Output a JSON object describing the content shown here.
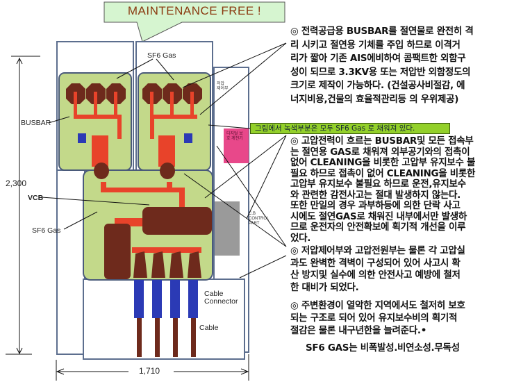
{
  "callout": {
    "text": "MAINTENANCE FREE !"
  },
  "diagram": {
    "labels": {
      "sf6_gas_top": "SF6 Gas",
      "busbar": "BUSBAR",
      "vcb": "VCB",
      "sf6_gas_left": "SF6 Gas",
      "cable_connector_1": "Cable",
      "cable_connector_2": "Connector",
      "cable": "Cable",
      "low_voltage_control": "저압 제어부",
      "digital_relay": "디지털 보호 계전기",
      "cb_control": "C.B CONTROL PART"
    },
    "dimensions": {
      "height": "2,300",
      "width": "1,710"
    },
    "colors": {
      "gas": "#c3d98a",
      "conductor": "#e8432a",
      "insulator": "#6e2a1c",
      "connector": "#2b3ab5",
      "relay": "#e8488a",
      "frame": "#5c6e8e"
    }
  },
  "green_note": "그림에서 녹색부분은 모두 SF6 Gas 로 채워져 있다.",
  "blocks": [
    [
      "◎ 전력공급용 BUSBAR를 절연물로 완전히 격",
      "리 시키고 절연용 기체를 주입 하므로 이격거",
      "리가 짧아 기존 AIS에비하여 콤팩트한 외함구",
      "성이 되므로 3.3KV용 또는 저압반 외함정도의",
      "크기로 제작이 가능하다. (건설공사비절감, 에",
      "너지비용,건물의 효율적관리등 의 우위제공)"
    ],
    [
      "◎ 고압전력이 흐르는 BUSBAR및 모든 접속부",
      "는 절연용 GAS로 채워져 외부공기와의 접촉이",
      "없어 CLEANING을 비롯한 고압부 유지보수 불",
      "필요 하므로 접촉이 없어 CLEANING을 비롯한",
      "고압부 유지보수 불필요 하므로 운전,유지보수",
      "와 관련한  감전사고는 절대 발생하지 않는다.",
      "또한 만일의 경우 과부하등에 의한 단락 사고",
      "시에도 절연GAS로 채워진 내부에서만 발생하",
      "므로 운전자의 안전확보에 획기적 개선을 이루",
      "었다."
    ],
    [
      "◎ 저압제어부와 고압전원부는 물론 각 고압실",
      "과도 완벽한 격벽이 구성되어 있어 사고시 확",
      "산 방지및 실수에 의한 안전사고 예방에 철저",
      "한 대비가 되었다."
    ],
    [
      "◎ 주변환경이 열악한 지역에서도 철저히 보호",
      "되는 구조로 되어 있어 유지보수비의 획기적",
      "절감은 물론 내구년한을 늘려준다.•"
    ]
  ],
  "footer": "SF6 GAS는 비폭발성.비연소성.무독성"
}
